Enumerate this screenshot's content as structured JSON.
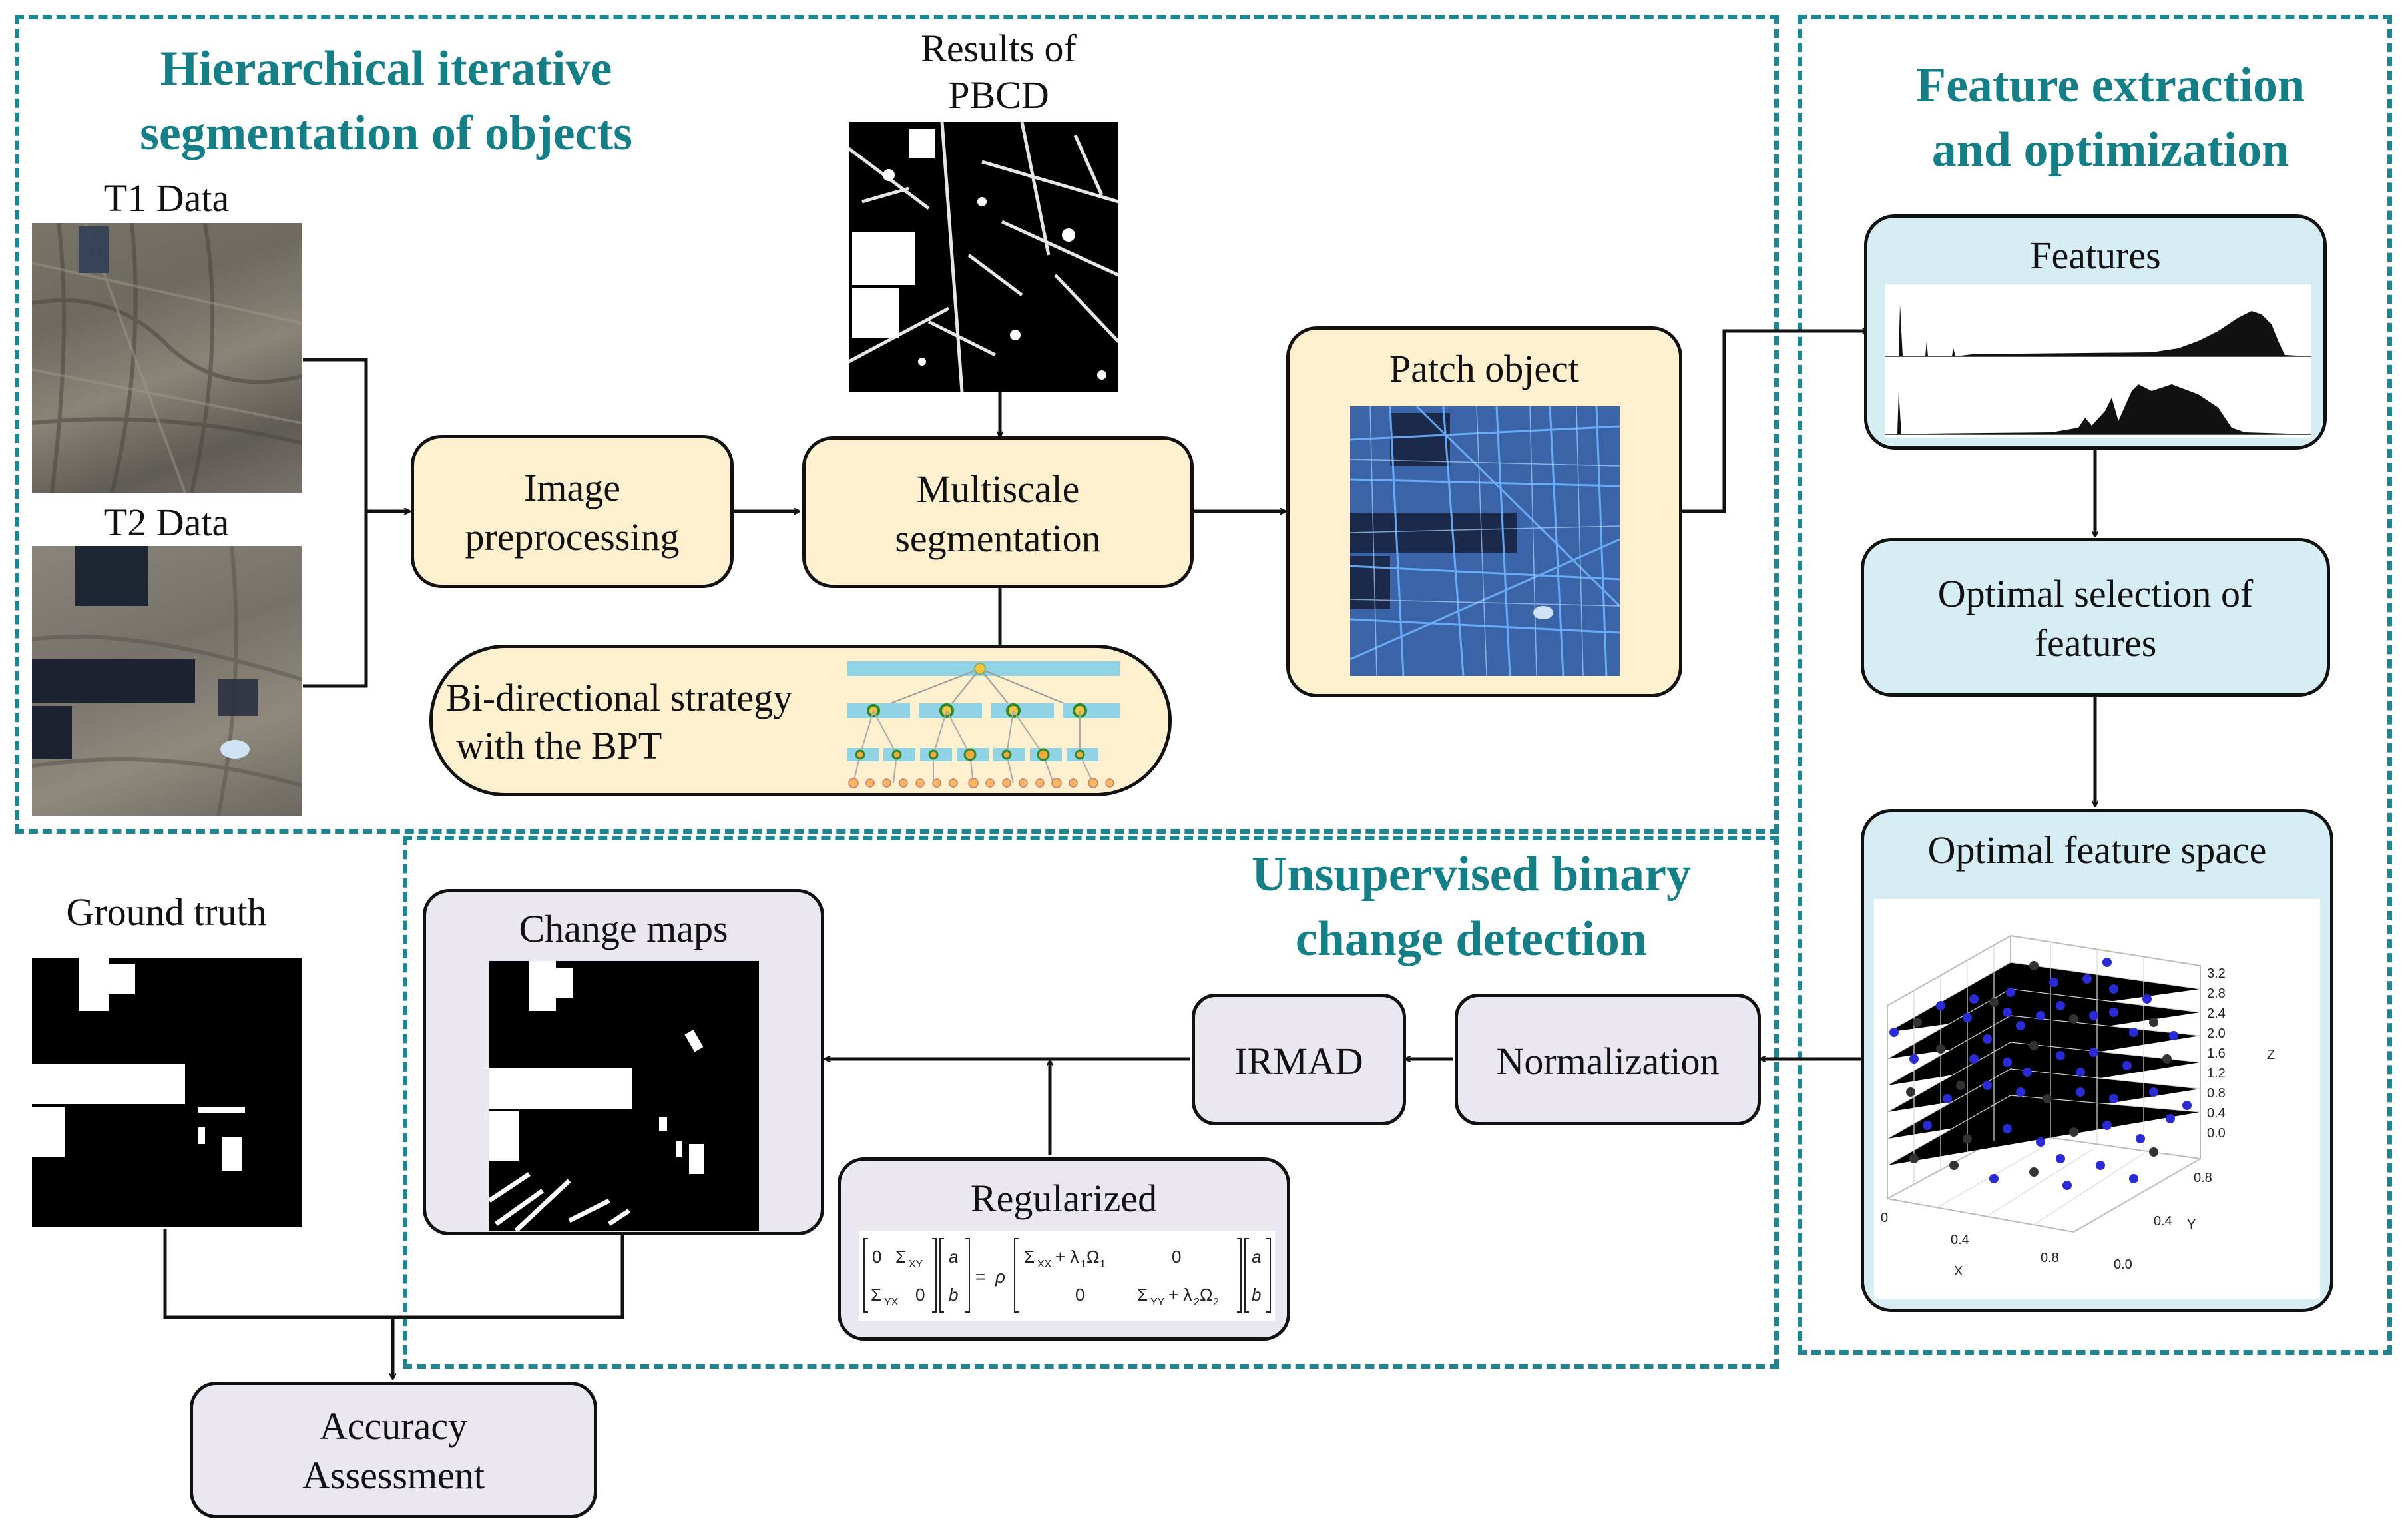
{
  "sections": {
    "hierarchical": {
      "title_line1": "Hierarchical iterative",
      "title_line2": "segmentation of objects"
    },
    "feature": {
      "title_line1": "Feature extraction",
      "title_line2": "and optimization"
    },
    "unsupervised": {
      "title_line1": "Unsupervised binary",
      "title_line2": "change detection"
    }
  },
  "labels": {
    "t1": "T1 Data",
    "t2": "T2 Data",
    "pbcd_line1": "Results of",
    "pbcd_line2": "PBCD",
    "ground_truth": "Ground truth"
  },
  "boxes": {
    "preprocessing": {
      "line1": "Image",
      "line2": "preprocessing"
    },
    "multiscale": {
      "line1": "Multiscale",
      "line2": "segmentation"
    },
    "bpt": {
      "line1": "Bi-directional strategy",
      "line2": "with the BPT"
    },
    "patch": {
      "label": "Patch object"
    },
    "features": {
      "label": "Features"
    },
    "optimal_selection": {
      "line1": "Optimal selection of",
      "line2": "features"
    },
    "feature_space": {
      "label": "Optimal feature space"
    },
    "normalization": {
      "label": "Normalization"
    },
    "irmad": {
      "label": "IRMAD"
    },
    "regularized": {
      "label": "Regularized"
    },
    "change_maps": {
      "label": "Change maps"
    },
    "accuracy": {
      "line1": "Accuracy",
      "line2": "Assessment"
    }
  },
  "plot3d": {
    "z_ticks": [
      "3.2",
      "2.8",
      "2.4",
      "2.0",
      "1.6",
      "1.2",
      "0.8",
      "0.4",
      "0.0"
    ],
    "y_ticks": [
      "0.8",
      "0.4",
      "0.0"
    ],
    "x_ticks": [
      "0",
      "0.4",
      "0.8"
    ],
    "axis_x": "X",
    "axis_y": "Y",
    "axis_z": "Z",
    "colors": {
      "blue_points": "#2b2bd6",
      "black_points": "#333333"
    }
  },
  "colors": {
    "section_border": "#1f8590",
    "heading": "#157f88",
    "yellow_box": "#fdf0cf",
    "blue_box": "#d7edf4",
    "lavender_box": "#ebe7f0"
  }
}
